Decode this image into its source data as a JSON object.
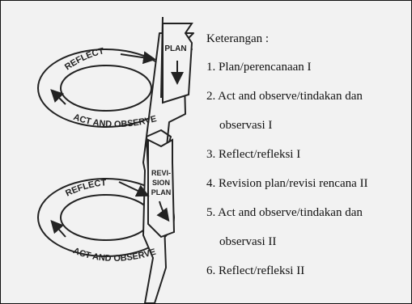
{
  "diagram": {
    "cycle_1": {
      "reflect": "REFLECT",
      "plan": "PLAN",
      "act_observe": "ACT AND OBSERVE"
    },
    "cycle_2": {
      "reflect": "REFLECT",
      "plan": "REVISION PLAN",
      "plan_lines": [
        "REVI-",
        "SION",
        "PLAN"
      ],
      "act_observe": "ACT AND OBSERVE"
    }
  },
  "legend": {
    "title": "Keterangan :",
    "items": [
      "1. Plan/perencanaan I",
      "2. Act and observe/tindakan dan",
      "observasi I",
      "3. Reflect/refleksi I",
      "4. Revision plan/revisi rencana II",
      "5. Act and observe/tindakan dan",
      "observasi II",
      "6. Reflect/refleksi II"
    ]
  }
}
